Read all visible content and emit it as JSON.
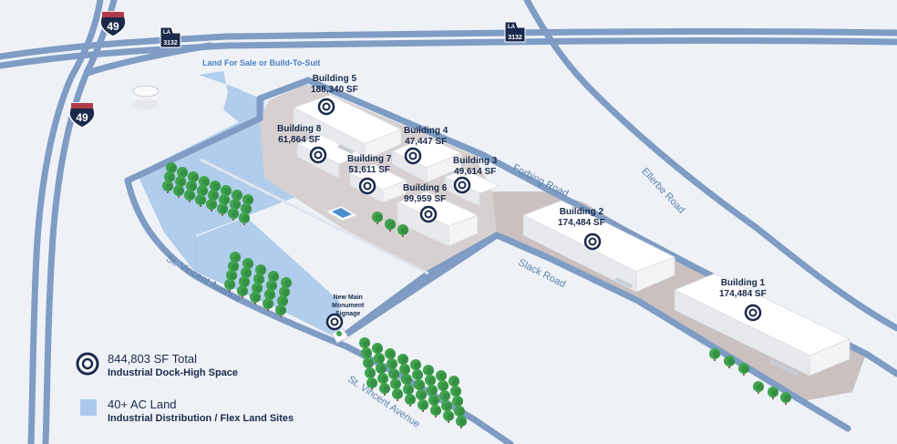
{
  "highways": [
    {
      "label": "49",
      "banner": "INTERSTATE"
    },
    {
      "label": "49",
      "banner": "INTERSTATE"
    },
    {
      "label": "3132",
      "banner": "LA"
    },
    {
      "label": "3132",
      "banner": "LA"
    }
  ],
  "land_label": {
    "line1": "Land For Sale or",
    "line2": "Build-To-Suit"
  },
  "buildings": [
    {
      "name": "Building 5",
      "size": "188,340 SF"
    },
    {
      "name": "Building 8",
      "size": "61,864 SF"
    },
    {
      "name": "Building 4",
      "size": "47,447 SF"
    },
    {
      "name": "Building 7",
      "size": "51,611 SF"
    },
    {
      "name": "Building 3",
      "size": "49,614 SF"
    },
    {
      "name": "Building 6",
      "size": "99,959 SF"
    },
    {
      "name": "Building 2",
      "size": "174,484 SF"
    },
    {
      "name": "Building 1",
      "size": "174,484 SF"
    }
  ],
  "roads": {
    "forbing": "Forbing Road",
    "ellerbe": "Ellerbe Road",
    "slack": "Slack Road",
    "st_vincent_1": "St. Vincent Avenue",
    "st_vincent_2": "St. Vincent Avenue"
  },
  "monument": {
    "line1": "New Main",
    "line2": "Monument",
    "line3": "Signage"
  },
  "legend": {
    "item1_title": "844,803 SF Total",
    "item1_sub": "Industrial Dock-High Space",
    "item2_title": "40+ AC Land",
    "item2_sub": "Industrial Distribution / Flex Land Sites"
  },
  "colors": {
    "background": "#eef2f7",
    "road": "#7f9cc4",
    "land": "#a9c9ea",
    "site": "#c9c0bf",
    "building": "#fafafa",
    "marker": "#1a2a4a",
    "tree": "#3fa34d"
  }
}
